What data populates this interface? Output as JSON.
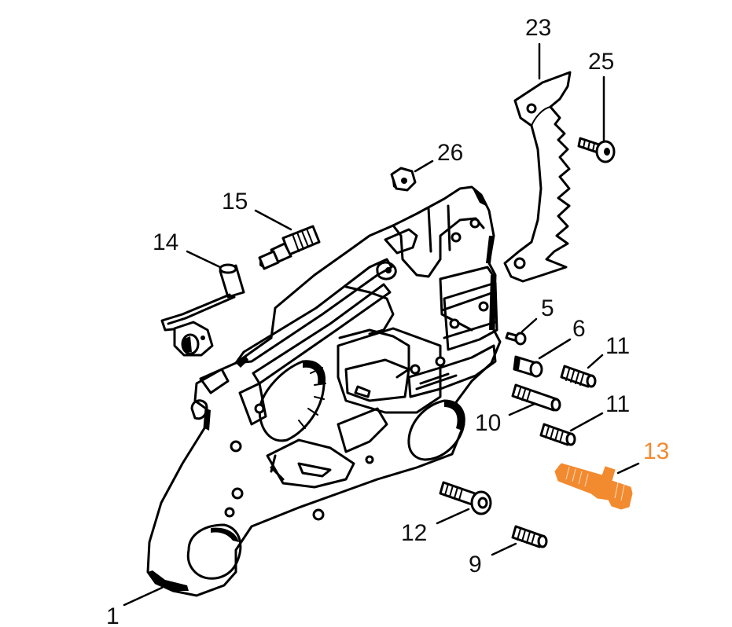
{
  "diagram": {
    "callouts": {
      "c1": "1",
      "c5": "5",
      "c6": "6",
      "c9": "9",
      "c10": "10",
      "c11a": "11",
      "c11b": "11",
      "c12": "12",
      "c13": "13",
      "c14": "14",
      "c15": "15",
      "c23": "23",
      "c25": "25",
      "c26": "26"
    },
    "highlight_color": "#f28a30",
    "highlighted_part": "13"
  }
}
